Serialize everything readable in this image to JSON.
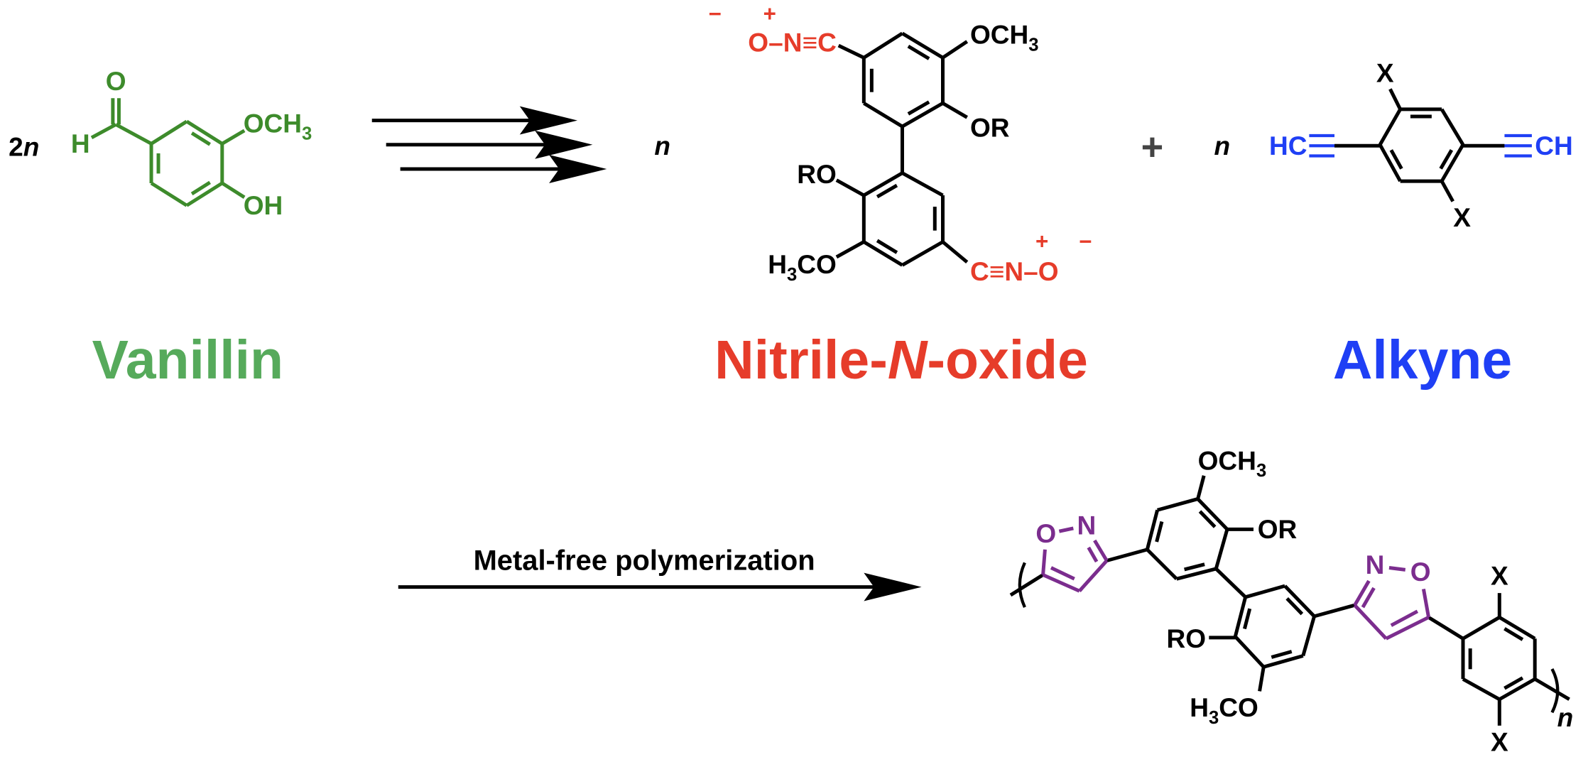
{
  "colors": {
    "vanillin": "#3d8b2b",
    "vanillin_label": "#56aa5b",
    "nitrile": "#e63c2a",
    "alkyne": "#1f3ff5",
    "isoxazole": "#7b2d8e",
    "bond": "#000000",
    "plus": "#444444"
  },
  "vanillin": {
    "coefficient": "2",
    "coefficient_var": "n",
    "h": "H",
    "o": "O",
    "och": "OCH",
    "och_sub": "3",
    "oh": "OH",
    "label": "Vanillin"
  },
  "nitrile_oxide": {
    "coefficient": "n",
    "top_group": "O–N≡C",
    "top_minus": "−",
    "top_plus": "+",
    "och": "OCH",
    "och_sub": "3",
    "or": "OR",
    "ro": "RO",
    "h3co_h": "H",
    "h3co_sub": "3",
    "h3co_co": "CO",
    "bottom_group": "C≡N–O",
    "bottom_plus": "+",
    "bottom_minus": "−",
    "label_pre": "Nitrile-",
    "label_italic": "N",
    "label_post": "-oxide"
  },
  "plus_sign": "+",
  "alkyne": {
    "coefficient": "n",
    "hc": "HC",
    "ch": "CH",
    "x_top": "X",
    "x_bottom": "X",
    "label": "Alkyne"
  },
  "reaction": {
    "condition": "Metal-free polymerization"
  },
  "polymer": {
    "iso1_o": "O",
    "iso1_n": "N",
    "iso2_n": "N",
    "iso2_o": "O",
    "och": "OCH",
    "och_sub": "3",
    "or": "OR",
    "ro": "RO",
    "h3co_h": "H",
    "h3co_sub": "3",
    "h3co_co": "CO",
    "x_top": "X",
    "x_bottom": "X",
    "repeat": "n"
  }
}
